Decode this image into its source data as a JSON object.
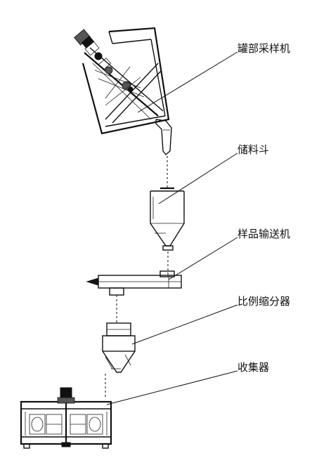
{
  "labels": {
    "truck_sampler": "罐部采样机",
    "storage_hopper": "储料斗",
    "sample_conveyor": "样品输送机",
    "ratio_divider": "比例缩分器",
    "collector": "收集器"
  }
}
